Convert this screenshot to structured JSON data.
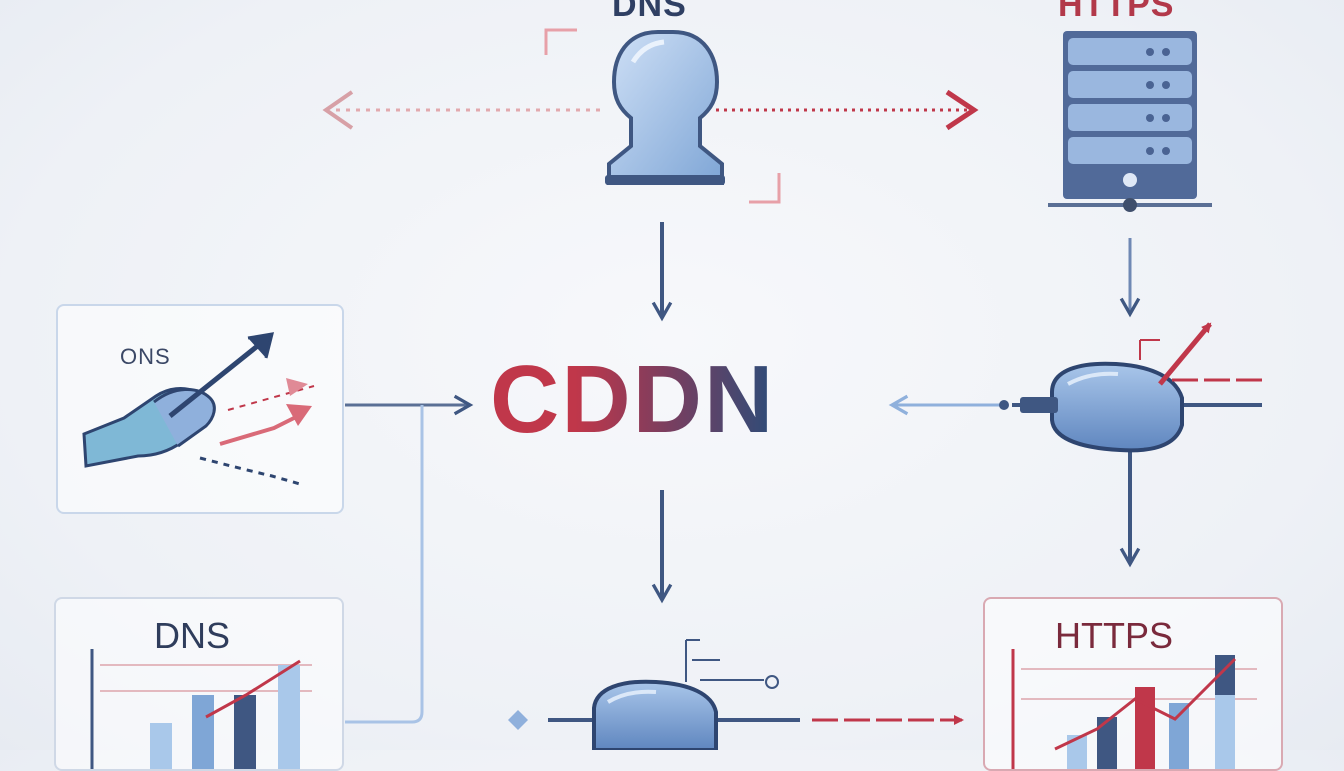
{
  "labels": {
    "top_left": "DNS",
    "top_right": "HTTPS",
    "center_title": "CDDN",
    "card_left": "ONS",
    "card_bottom_left": "DNS",
    "card_bottom_right": "HTTPS"
  },
  "colors": {
    "accent_red": "#c0374a",
    "accent_navy": "#2d4c78",
    "icon_blue": "#7fa6d6",
    "arrow_gray": "#5a6f95"
  },
  "icons": [
    "user-head-icon",
    "server-rack-icon",
    "hand-arrow-icon",
    "router-device-icon",
    "bar-chart-icon"
  ]
}
